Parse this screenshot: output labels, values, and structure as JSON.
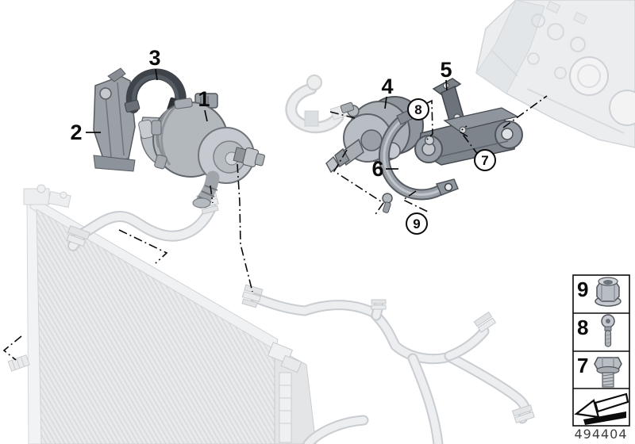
{
  "callouts": {
    "n1": "1",
    "n2": "2",
    "n3": "3",
    "n4": "4",
    "n5": "5",
    "n6": "6",
    "c7": "7",
    "c8": "8",
    "c9": "9"
  },
  "legend": {
    "rows": [
      {
        "num": "9",
        "icon": "flange-nut-icon"
      },
      {
        "num": "8",
        "icon": "torx-screw-icon"
      },
      {
        "num": "7",
        "icon": "hex-bolt-icon"
      }
    ],
    "direction_icon": "direction-arrow-icon"
  },
  "part_number": "494404",
  "colors": {
    "background": "#ffffff",
    "annotation": "#0b0b0b",
    "part_dark": "#43484e",
    "part_mid": "#9aa0a6",
    "part_light": "#c6cad0",
    "ghost_fill": "#e9ebed",
    "ghost_line": "#c9cdd2"
  }
}
